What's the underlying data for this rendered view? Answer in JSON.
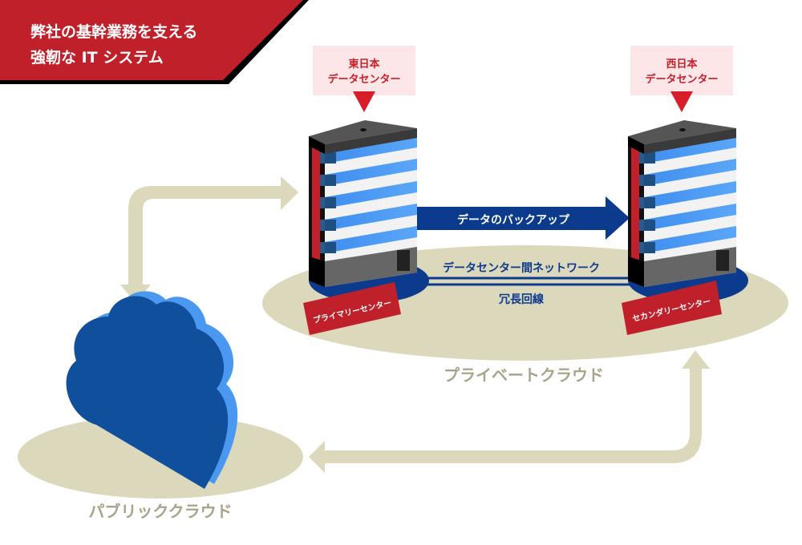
{
  "title": {
    "line1": "弊社の基幹業務を支える",
    "line2": "強靭な IT システム"
  },
  "datacenters": {
    "east": {
      "tag_line1": "東日本",
      "tag_line2": "データセンター",
      "ribbon": "プライマリーセンター"
    },
    "west": {
      "tag_line1": "西日本",
      "tag_line2": "データセンター",
      "ribbon": "セカンダリーセンター"
    }
  },
  "links": {
    "backup_arrow": "データのバックアップ",
    "network_label": "データセンター間ネットワーク",
    "redundant_label": "冗長回線"
  },
  "areas": {
    "private_cloud": "プライベートクラウド",
    "public_cloud": "パブリッククラウド"
  },
  "colors": {
    "banner_red": "#c0202a",
    "navy": "#0c3a8c",
    "sand": "#dcd8bc",
    "sand_text": "#a8a48a",
    "cloud_dark": "#0f4f9c",
    "cloud_light": "#4a98f0",
    "tag_bg": "#fde6e8",
    "tag_text": "#c81e28"
  }
}
